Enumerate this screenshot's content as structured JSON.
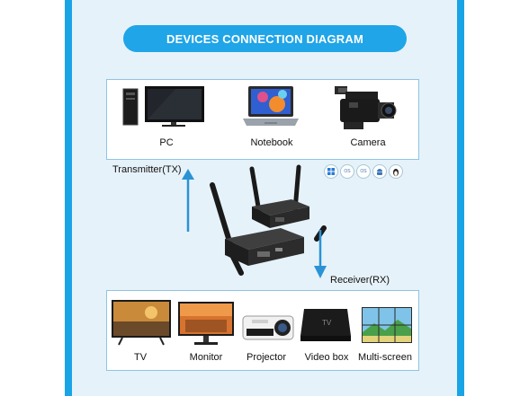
{
  "title": "DEVICES CONNECTION DIAGRAM",
  "colors": {
    "accent": "#1fa5e8",
    "frame_bg": "#e6f2f9",
    "arrow": "#2a93d5"
  },
  "transmitter": {
    "label": "Transmitter(TX)",
    "devices": [
      {
        "label": "PC",
        "icon": "desktop-pc-icon"
      },
      {
        "label": "Notebook",
        "icon": "laptop-icon"
      },
      {
        "label": "Camera",
        "icon": "video-camera-icon"
      }
    ]
  },
  "receiver": {
    "label": "Receiver(RX)",
    "devices": [
      {
        "label": "TV",
        "icon": "tv-icon"
      },
      {
        "label": "Monitor",
        "icon": "monitor-icon"
      },
      {
        "label": "Projector",
        "icon": "projector-icon"
      },
      {
        "label": "Video box",
        "icon": "video-box-icon"
      },
      {
        "label": "Multi-screen",
        "icon": "multi-screen-icon"
      }
    ]
  },
  "os_badges": [
    {
      "icon": "windows-icon",
      "text": ""
    },
    {
      "icon": "mac-os-icon",
      "text": "OS"
    },
    {
      "icon": "ipad-os-icon",
      "text": "OS"
    },
    {
      "icon": "android-icon",
      "text": ""
    },
    {
      "icon": "linux-icon",
      "text": ""
    }
  ]
}
